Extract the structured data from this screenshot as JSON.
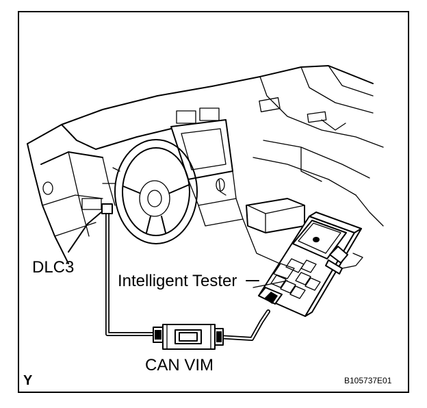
{
  "labels": {
    "dlc3": "DLC3",
    "intelligent_tester": "Intelligent Tester",
    "can_vim": "CAN VIM",
    "view_letter": "Y",
    "figure_code": "B105737E01"
  }
}
